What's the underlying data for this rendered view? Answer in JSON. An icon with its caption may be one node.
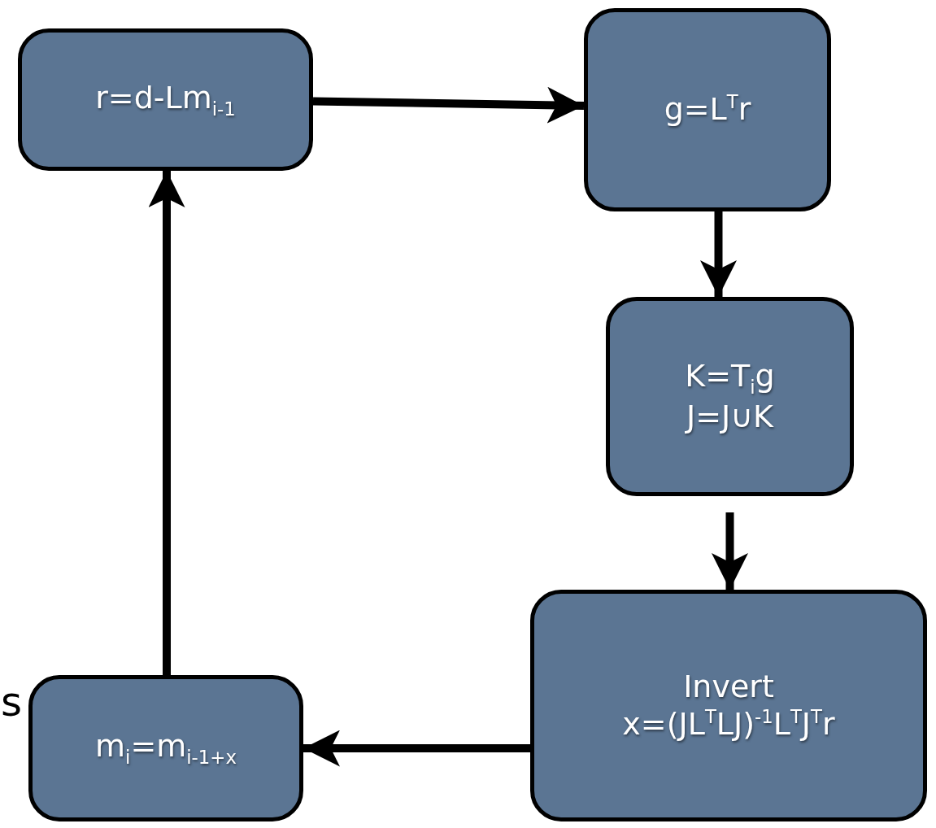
{
  "diagram": {
    "nodes": [
      {
        "text": [
          "r=d-Lm$_{i-1}$"
        ]
      },
      {
        "text": [
          "g=L$^{T}$r"
        ]
      },
      {
        "text": [
          "K=T$_{i}$g",
          "J=J∪K"
        ]
      },
      {
        "text": [
          "Invert",
          "x=(JL$^{T}$LJ)$^{-1}$L$^{T}$J$^{T}$r"
        ]
      },
      {
        "text": [
          "m$_{i}$=m$_{i-1+x}$"
        ]
      }
    ],
    "edges": [
      {
        "from": 0,
        "to": 1,
        "arrow": "to"
      },
      {
        "from": 1,
        "to": 2,
        "arrow": "to"
      },
      {
        "from": 2,
        "to": 3,
        "arrow": "to"
      },
      {
        "from": 3,
        "to": 4,
        "arrow": "to"
      },
      {
        "from": 4,
        "to": 0,
        "arrow": "to"
      }
    ],
    "labels": [
      "s"
    ]
  }
}
